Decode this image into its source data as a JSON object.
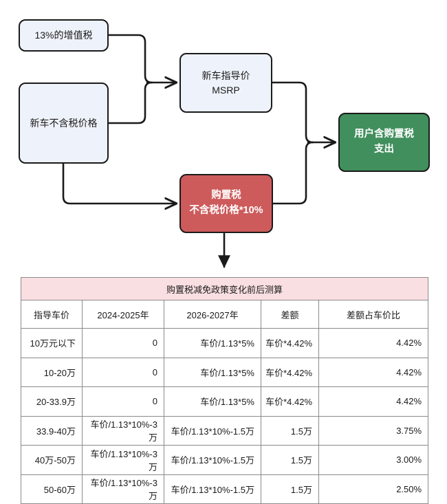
{
  "diagram": {
    "nodes": [
      {
        "id": "vat",
        "label": "13%的增值税"
      },
      {
        "id": "netprice",
        "label": "新车不含税价格"
      },
      {
        "id": "msrp",
        "label": "新车指导价\nMSRP"
      },
      {
        "id": "purchase",
        "label": "购置税\n不含税价格*10%"
      },
      {
        "id": "output",
        "label": "用户含购置税\n支出"
      }
    ],
    "colors": {
      "blue_fill": "#eef2fa",
      "red_fill": "#cd5b5b",
      "green_fill": "#418f5d",
      "stroke": "#1a1a1a",
      "title_fill": "#fadfe2"
    }
  },
  "table": {
    "title": "购置税减免政策变化前后测算",
    "columns": [
      "指导车价",
      "2024-2025年",
      "2026-2027年",
      "差额",
      "差额占车价比"
    ],
    "rows": [
      [
        "10万元以下",
        "0",
        "车价/1.13*5%",
        "车价*4.42%",
        "4.42%"
      ],
      [
        "10-20万",
        "0",
        "车价/1.13*5%",
        "车价*4.42%",
        "4.42%"
      ],
      [
        "20-33.9万",
        "0",
        "车价/1.13*5%",
        "车价*4.42%",
        "4.42%"
      ],
      [
        "33.9-40万",
        "车价/1.13*10%-3万",
        "车价/1.13*10%-1.5万",
        "1.5万",
        "3.75%"
      ],
      [
        "40万-50万",
        "车价/1.13*10%-3万",
        "车价/1.13*10%-1.5万",
        "1.5万",
        "3.00%"
      ],
      [
        "50-60万",
        "车价/1.13*10%-3万",
        "车价/1.13*10%-1.5万",
        "1.5万",
        "2.50%"
      ]
    ]
  }
}
